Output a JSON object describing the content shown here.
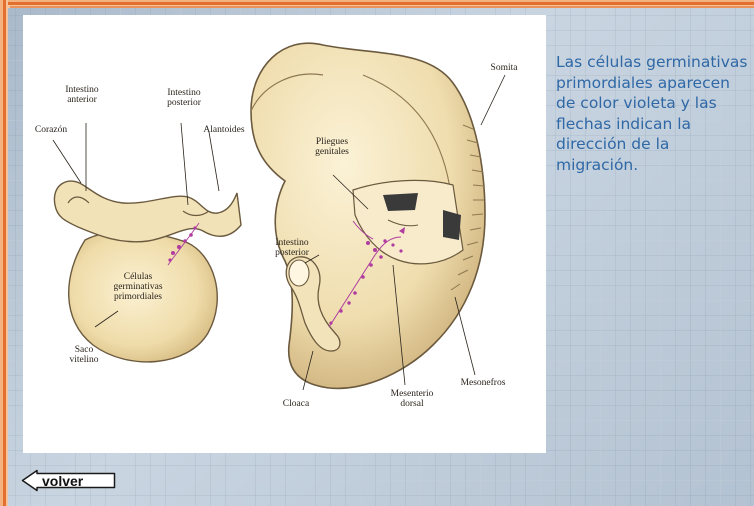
{
  "figure": {
    "labels": {
      "intestino_anterior": "Intestino\nanterior",
      "intestino_posterior_left": "Intestino\nposterior",
      "corazon": "Corazón",
      "alantoides": "Alantoides",
      "celulas": "Células\ngerminativas\nprimordiales",
      "saco_vitelino": "Saco\nvitelino",
      "somita": "Somita",
      "pliegues": "Pliegues\ngenitales",
      "intestino_posterior_right": "Intestino\nposterior",
      "mesonefros": "Mesonefros",
      "cloaca": "Cloaca",
      "mesenterio": "Mesenterio\ndorsal"
    }
  },
  "caption": "Las células germinativas primordiales aparecen de  color violeta y las flechas indican la dirección de la migración.",
  "nav": {
    "back_label": "volver"
  },
  "colors": {
    "caption": "#2f68a6",
    "frame": "#e26f2e",
    "embryo": "#f0e0b3",
    "germ_cells": "#b03ca0"
  }
}
